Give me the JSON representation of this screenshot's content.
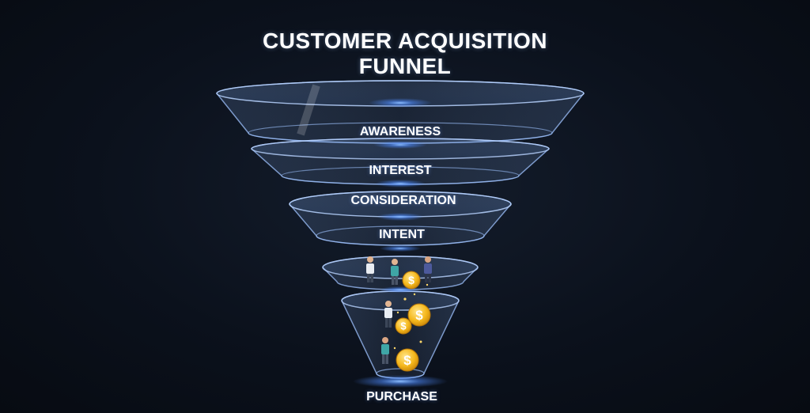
{
  "title": {
    "line1": "CUSTOMER ACQUISITION",
    "line2": "FUNNEL"
  },
  "stages": [
    {
      "label": "AWARENESS"
    },
    {
      "label": "INTEREST"
    },
    {
      "label": "CONSIDERATION"
    },
    {
      "label": "INTENT"
    },
    {
      "label": "PURCHASE"
    }
  ],
  "coin_symbol": "$",
  "icons": [
    "person-icon",
    "dollar-coin-icon",
    "sparkle-icon"
  ],
  "colors": {
    "background": "#0b111c",
    "glass_stroke": "#9fc3ff",
    "glow": "#4f8cff",
    "coin": "#f5b81c",
    "text": "#ffffff"
  }
}
